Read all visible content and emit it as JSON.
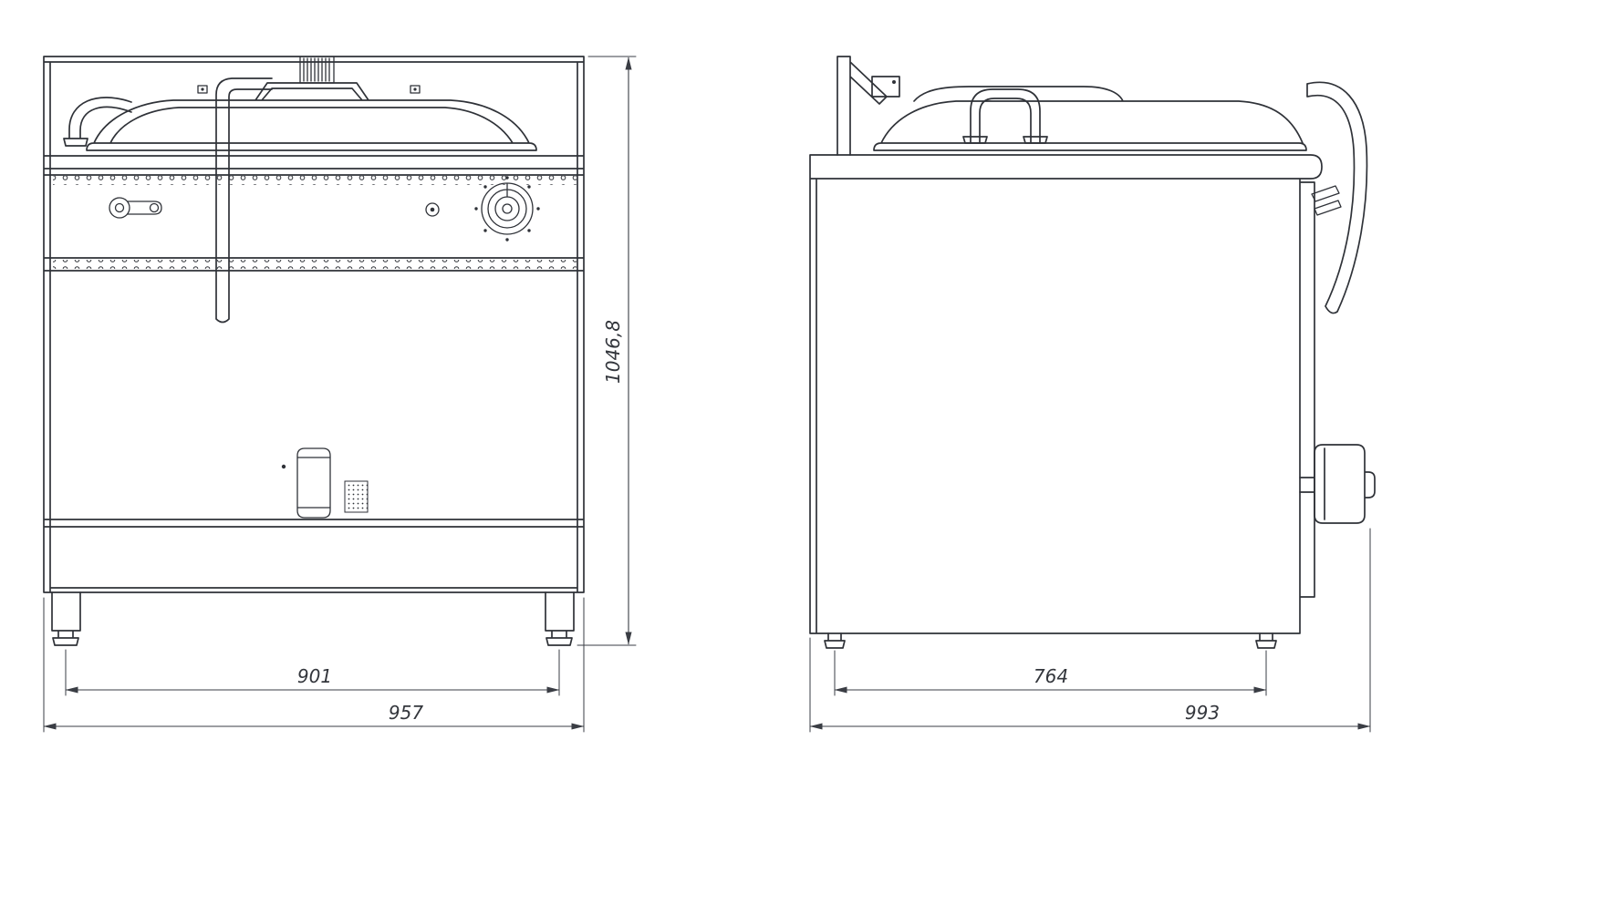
{
  "colors": {
    "line": "#2f3238",
    "dimension_line": "#3a3d44",
    "dimension_text": "#33363c",
    "background": "#ffffff"
  },
  "dimensions": {
    "front": {
      "height": "1046,8",
      "feet_span": "901",
      "overall_width": "957"
    },
    "side": {
      "feet_span": "764",
      "overall_depth": "993"
    }
  }
}
